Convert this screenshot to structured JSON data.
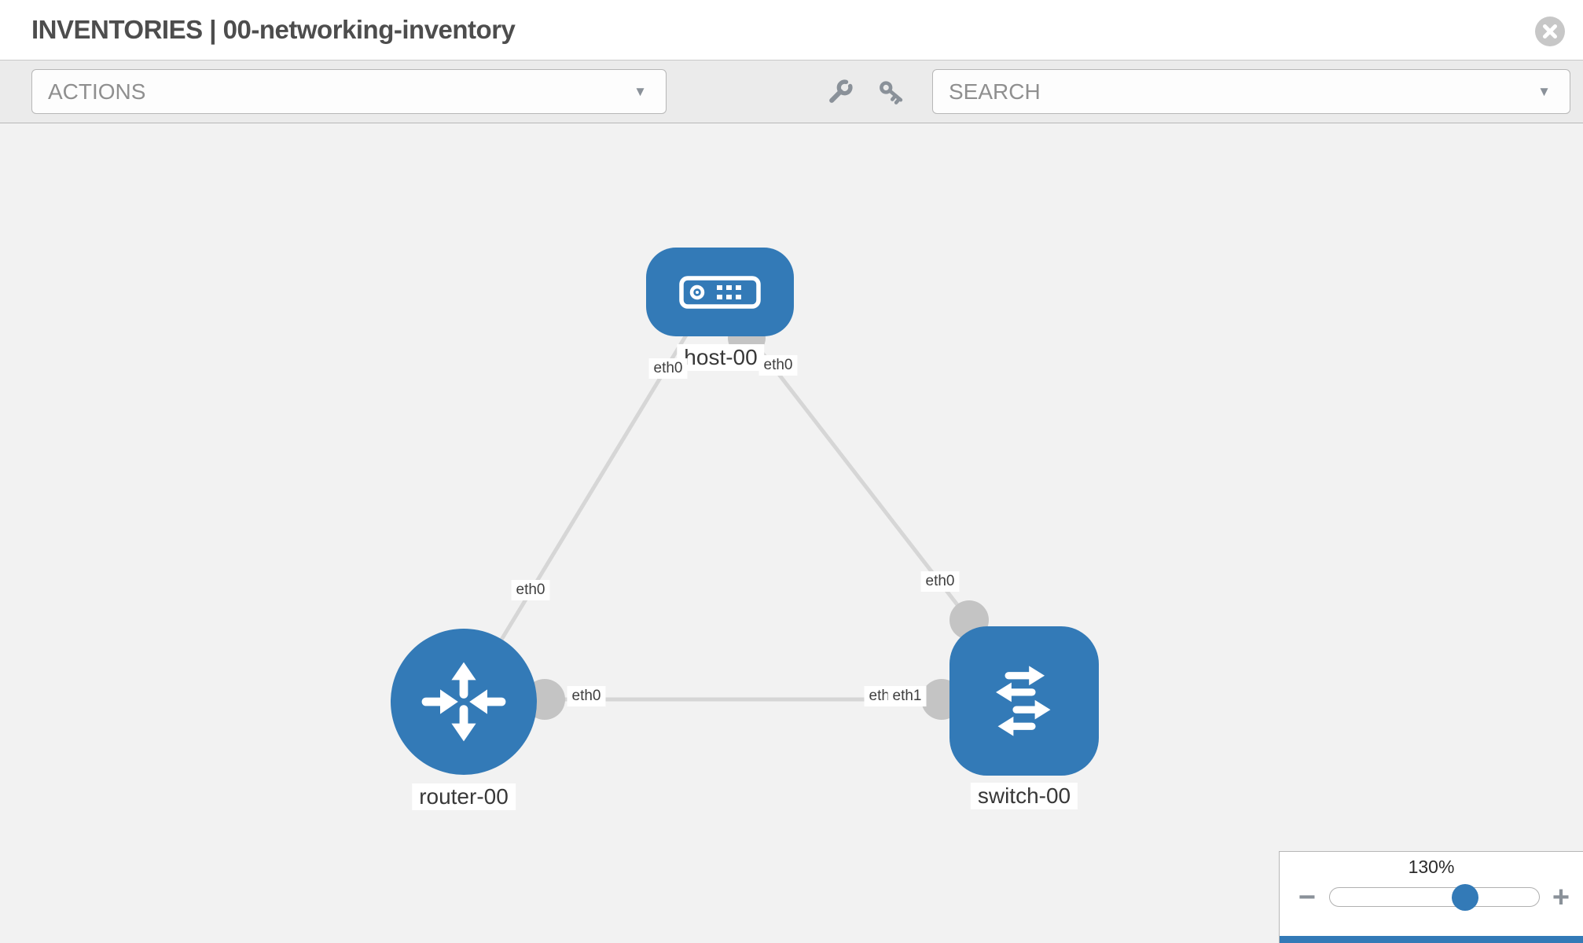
{
  "header": {
    "title": "INVENTORIES | 00-networking-inventory"
  },
  "toolbar": {
    "actions_placeholder": "ACTIONS",
    "search_placeholder": "SEARCH"
  },
  "topology": {
    "nodes": [
      {
        "id": "host-00",
        "type": "host",
        "label": "host-00"
      },
      {
        "id": "router-00",
        "type": "router",
        "label": "router-00"
      },
      {
        "id": "switch-00",
        "type": "switch",
        "label": "switch-00"
      }
    ],
    "links": [
      {
        "source": "router-00",
        "target": "host-00",
        "source_interface": "eth0",
        "target_interface": "eth0"
      },
      {
        "source": "host-00",
        "target": "switch-00",
        "source_interface": "eth0",
        "target_interface": "eth0"
      },
      {
        "source": "router-00",
        "target": "switch-00",
        "source_interface": "eth0",
        "target_interface": "eth1"
      }
    ],
    "overlapping_labels": {
      "under": "eth0",
      "over": "eth1"
    }
  },
  "zoom_control": {
    "value": "130%",
    "percent": 130,
    "minus_label": "−",
    "plus_label": "+"
  },
  "icons": [
    "close-icon",
    "wrench-icon",
    "key-icon",
    "dropdown-arrow-icon",
    "minus-icon",
    "plus-icon",
    "host-icon",
    "router-icon",
    "switch-icon"
  ],
  "colors": {
    "node_blue": "#337ab7",
    "link_gray": "#d6d6d6",
    "port_gray": "#c4c4c4",
    "canvas_bg": "#f2f2f2",
    "toolbar_bg": "#ebebeb",
    "border_gray": "#b7b7b7"
  }
}
